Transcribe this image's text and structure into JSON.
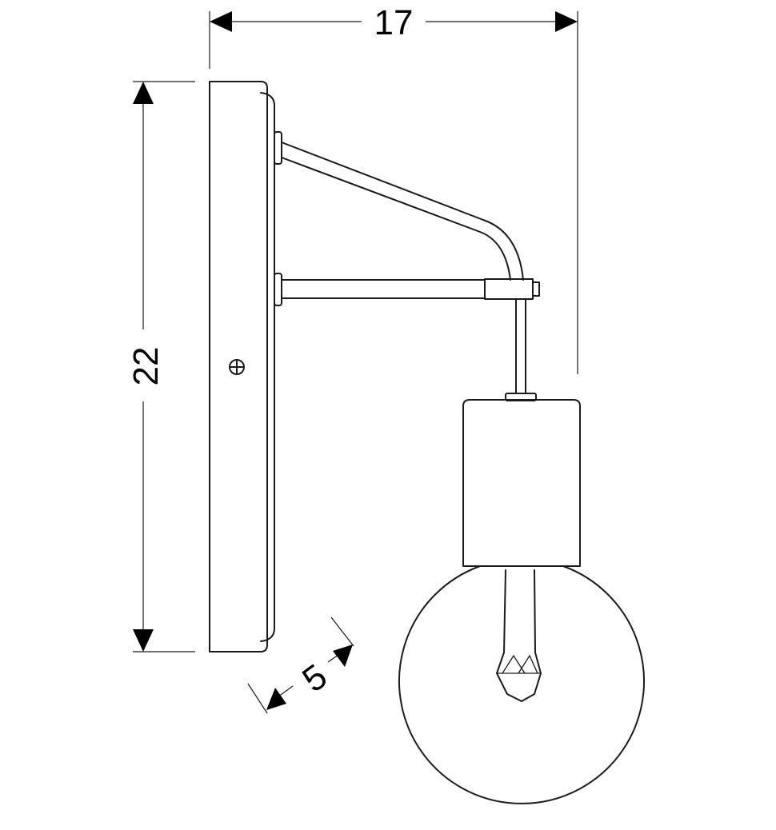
{
  "dimensions": {
    "width_label": "17",
    "height_label": "22",
    "depth_label": "5"
  },
  "colors": {
    "stroke": "#1a1a1a",
    "background": "#ffffff"
  }
}
